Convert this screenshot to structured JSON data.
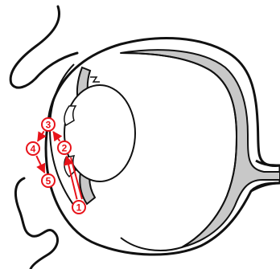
{
  "diagram": {
    "colors": {
      "outline": "#111111",
      "background": "#ffffff",
      "tissue_fill": "#c8c8c8",
      "marker": "#e8131a"
    },
    "markers": [
      {
        "id": "m1",
        "label": "1"
      },
      {
        "id": "m2",
        "label": "2"
      },
      {
        "id": "m3",
        "label": "3"
      },
      {
        "id": "m4",
        "label": "4"
      },
      {
        "id": "m5",
        "label": "5"
      }
    ],
    "flow_arrows": [
      {
        "from": "1",
        "to": "2"
      },
      {
        "from": "2",
        "to": "3"
      },
      {
        "from": "3",
        "to": "4"
      },
      {
        "from": "4",
        "to": "5"
      }
    ]
  }
}
